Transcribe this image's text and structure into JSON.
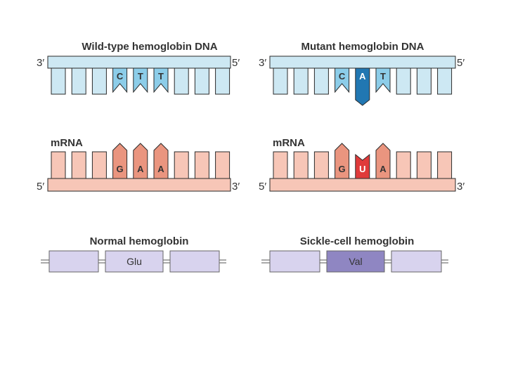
{
  "colors": {
    "dna": "#cde8f3",
    "dna_highlight": "#8ccde9",
    "dna_mutant": "#2177b2",
    "dna_outline": "#2a2a2a",
    "rna": "#f7c6b7",
    "rna_highlight": "#ea957f",
    "rna_mutant": "#e03a3a",
    "protein": "#d8d3ee",
    "protein_mutant": "#8f86c2",
    "text": "#333333",
    "text_on_dark": "#ffffff"
  },
  "panels": [
    {
      "id": "wild",
      "dna": {
        "title": "Wild-type hemoglobin DNA",
        "left_end": "3′",
        "right_end": "5′",
        "codon": [
          {
            "base": "C",
            "style": "highlight"
          },
          {
            "base": "T",
            "style": "highlight"
          },
          {
            "base": "T",
            "style": "highlight"
          }
        ]
      },
      "mrna": {
        "title": "mRNA",
        "left_end": "5′",
        "right_end": "3′",
        "codon": [
          {
            "base": "G",
            "style": "highlight"
          },
          {
            "base": "A",
            "style": "highlight"
          },
          {
            "base": "A",
            "style": "highlight"
          }
        ]
      },
      "protein": {
        "title": "Normal hemoglobin",
        "residue": "Glu",
        "style": "normal"
      }
    },
    {
      "id": "mutant",
      "dna": {
        "title": "Mutant hemoglobin DNA",
        "left_end": "3′",
        "right_end": "5′",
        "codon": [
          {
            "base": "C",
            "style": "highlight"
          },
          {
            "base": "A",
            "style": "mutant"
          },
          {
            "base": "T",
            "style": "highlight"
          }
        ]
      },
      "mrna": {
        "title": "mRNA",
        "left_end": "5′",
        "right_end": "3′",
        "codon": [
          {
            "base": "G",
            "style": "highlight"
          },
          {
            "base": "U",
            "style": "mutant"
          },
          {
            "base": "A",
            "style": "highlight"
          }
        ]
      },
      "protein": {
        "title": "Sickle-cell hemoglobin",
        "residue": "Val",
        "style": "mutant"
      }
    }
  ]
}
